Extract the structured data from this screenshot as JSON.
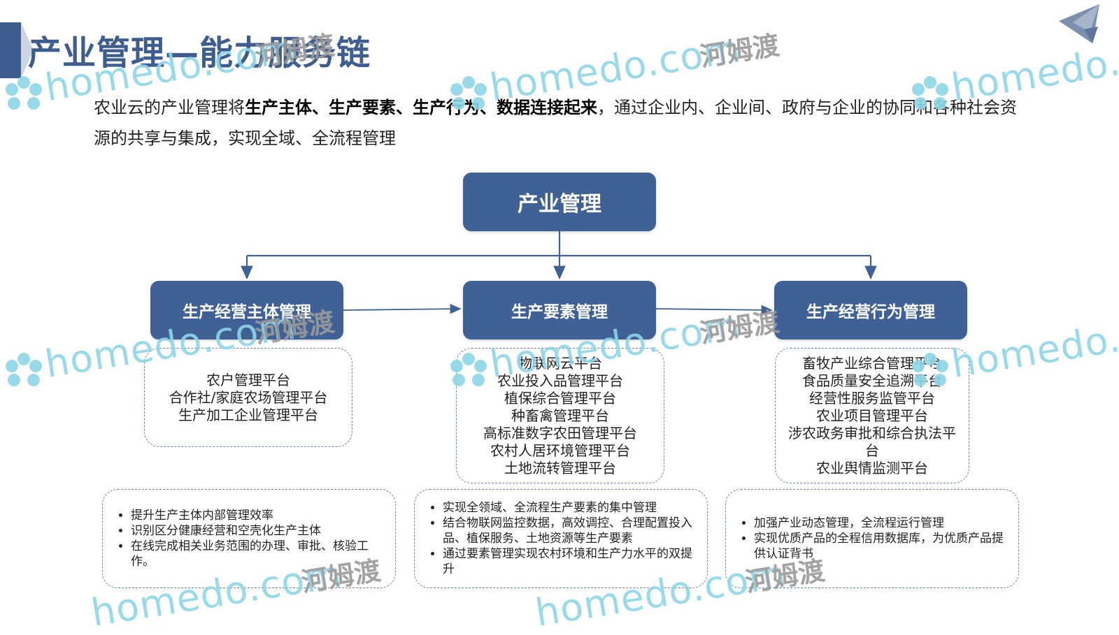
{
  "title": "产业管理—能力服务链",
  "intro": {
    "prefix": "农业云的产业管理将",
    "highlight": "生产主体、生产要素、生产行为、数据连接起来",
    "suffix": "，通过企业内、企业间、政府与企业的协同和各种社会资源的共享与集成，实现全域、全流程管理"
  },
  "diagram": {
    "root": "产业管理",
    "branches": [
      {
        "label": "生产经营主体管理",
        "platforms": [
          "农户管理平台",
          "合作社/家庭农场管理平台",
          "生产加工企业管理平台"
        ],
        "benefits": [
          "提升生产主体内部管理效率",
          "识别区分健康经营和空壳化生产主体",
          "在线完成相关业务范围的办理、审批、核验工作。"
        ]
      },
      {
        "label": "生产要素管理",
        "platforms": [
          "物联网云平台",
          "农业投入品管理平台",
          "植保综合管理平台",
          "种畜禽管理平台",
          "高标准数字农田管理平台",
          "农村人居环境管理平台",
          "土地流转管理平台"
        ],
        "benefits": [
          "实现全领域、全流程生产要素的集中管理",
          "结合物联网监控数据，高效调控、合理配置投入品、植保服务、土地资源等生产要素",
          "通过要素管理实现农村环境和生产力水平的双提升"
        ]
      },
      {
        "label": "生产经营行为管理",
        "platforms": [
          "畜牧产业综合管理平台",
          "食品质量安全追溯平台",
          "经营性服务监管平台",
          "农业项目管理平台",
          "涉农政务审批和综合执法平台",
          "农业舆情监测平台"
        ],
        "benefits": [
          "加强产业动态管理，全流程运行管理",
          "实现优质产品的全程信用数据库，为优质产品提供认证背书"
        ]
      }
    ]
  },
  "watermark": {
    "en": "homedo.com",
    "cn": "河姆渡"
  },
  "colors": {
    "primary": "#3f6195",
    "dashed_border": "#6c87b5",
    "watermark": "#8ed6e8"
  }
}
